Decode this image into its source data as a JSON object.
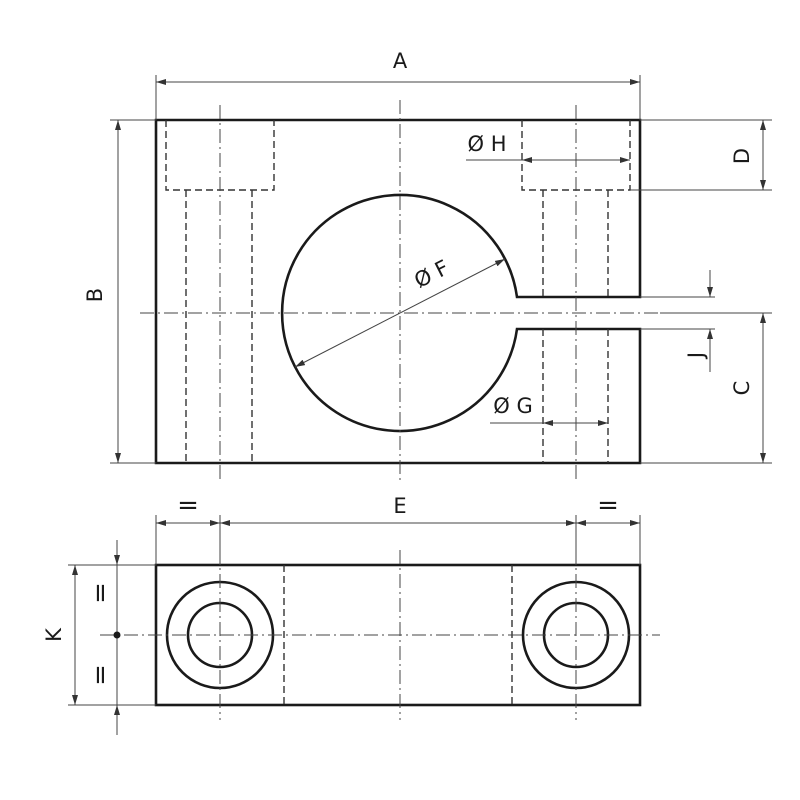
{
  "labels": {
    "A": "A",
    "B": "B",
    "C": "C",
    "D": "D",
    "E": "E",
    "F": "Ø F",
    "G": "Ø G",
    "H": "Ø H",
    "J": "J",
    "K": "K",
    "equal": "="
  }
}
